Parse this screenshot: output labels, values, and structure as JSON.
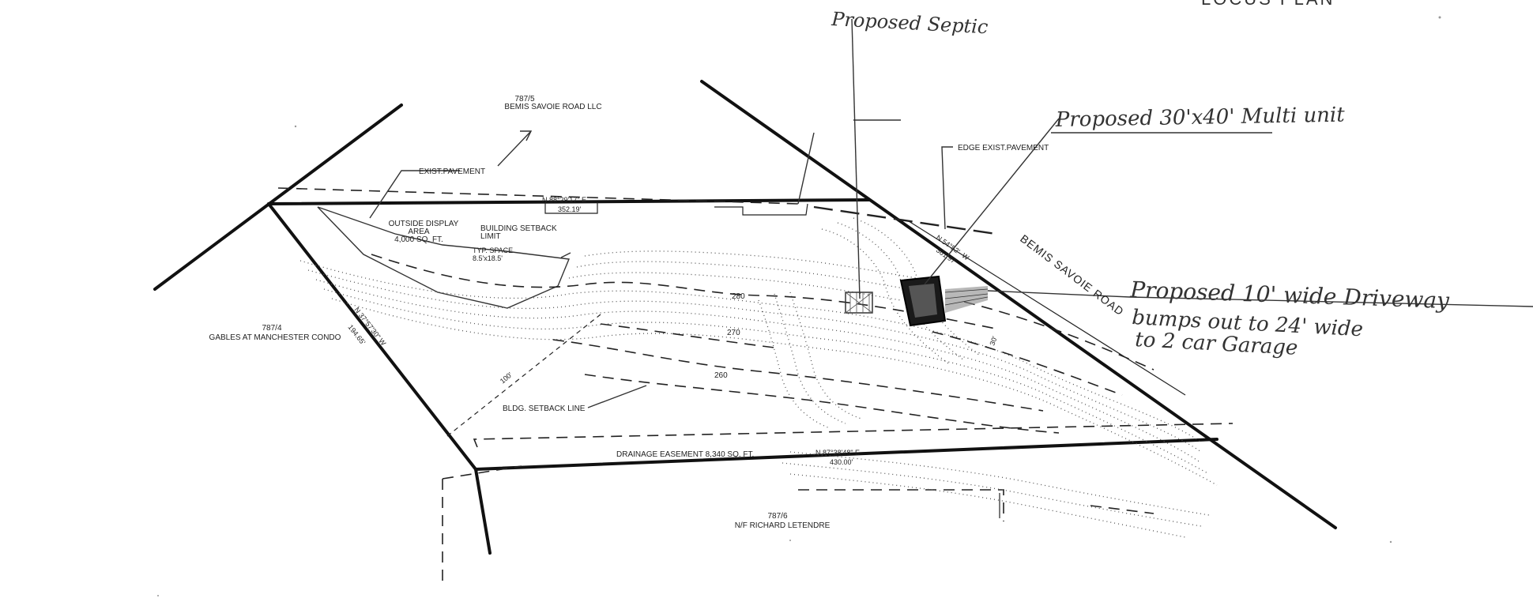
{
  "corner_title": "LOCUS PLAN",
  "neighbors": {
    "north": {
      "lot": "787/5",
      "name": "BEMIS SAVOIE ROAD LLC"
    },
    "west": {
      "lot": "787/4",
      "name": "GABLES AT MANCHESTER CONDO"
    },
    "south": {
      "lot": "787/6",
      "name": "N/F RICHARD LETENDRE"
    }
  },
  "road_name": "BEMIS SAVOIE ROAD",
  "labels": {
    "exist_pavement": "EXIST.PAVEMENT",
    "edge_exist_pavement": "EDGE EXIST.PAVEMENT",
    "outside_display_1": "OUTSIDE DISPLAY",
    "outside_display_2": "AREA",
    "outside_display_3": "4,000 SQ. FT.",
    "building_setback_1": "BUILDING SETBACK",
    "building_setback_2": "LIMIT",
    "typ_space_1": "TYP. SPACE",
    "typ_space_2": "8.5'x18.5'",
    "bldg_setback_line": "BLDG. SETBACK LINE",
    "drainage_easement": "DRAINAGE EASEMENT 8,340 SQ. FT."
  },
  "bearings": {
    "north_bearing": "N 88°29'17\" E",
    "north_dist": "352.19'",
    "south_bearing": "N 87°38'48\" E",
    "south_dist": "430.00'",
    "west_bearing": "N 37°57'30\" W",
    "west_dist": "194.65'",
    "east_bearing": "N 54°52'- W",
    "east_dist": "361.97'",
    "setback_100": "100'",
    "east_setback": "30'"
  },
  "contours": {
    "c280": "280",
    "c270": "270",
    "c260": "260"
  },
  "handwritten": {
    "septic": "Proposed Septic",
    "multi_unit": "Proposed 30'x40' Multi unit",
    "driveway_1": "Proposed 10' wide Driveway",
    "driveway_2": "bumps out to 24' wide",
    "driveway_3": "to 2 car Garage"
  }
}
